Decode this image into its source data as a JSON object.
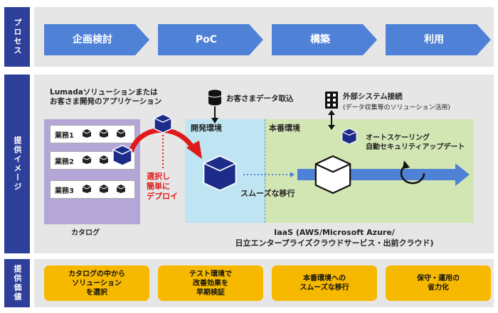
{
  "rows": {
    "process": "プロセス",
    "image": "提供イメージ",
    "value": "提供価値"
  },
  "steps": [
    "企画検討",
    "PoC",
    "構築",
    "利用"
  ],
  "image": {
    "catalog_source": "Lumadaソリューションまたは\nお客さま開発のアプリケーション",
    "tasks": [
      "業務1",
      "業務2",
      "業務3"
    ],
    "catalog": "カタログ",
    "select_deploy": "選択し\n簡単に\nデプロイ",
    "data_import": "お客さまデータ取込",
    "dev_env": "開発環境",
    "prod_env": "本番環境",
    "external_title": "外部システム接続",
    "external_sub": "(データ収集等のソリューション活用)",
    "autoscale": "オートスケーリング\n自動セキュリティアップデート",
    "smooth_migration": "スムーズな移行",
    "iaas": "IaaS (AWS/Microsoft Azure/\n日立エンタープライズクラウドサービス・出前クラウド)"
  },
  "values": [
    "カタログの中から\nソリューション\nを選択",
    "テスト環境で\n改善効果を\n早期検証",
    "本番環境への\nスムーズな移行",
    "保守・運用の\n省力化"
  ],
  "colors": {
    "label_bg": "#2e3f9a",
    "step_arrow": "#4f81d6",
    "catalog_panel": "#b4a6d6",
    "dev_env": "#bfe4f2",
    "prod_env": "#d2e6b4",
    "value_box": "#f6b900",
    "deploy_arrow": "#e01a1a",
    "navy_box": "#1d2c8a"
  }
}
